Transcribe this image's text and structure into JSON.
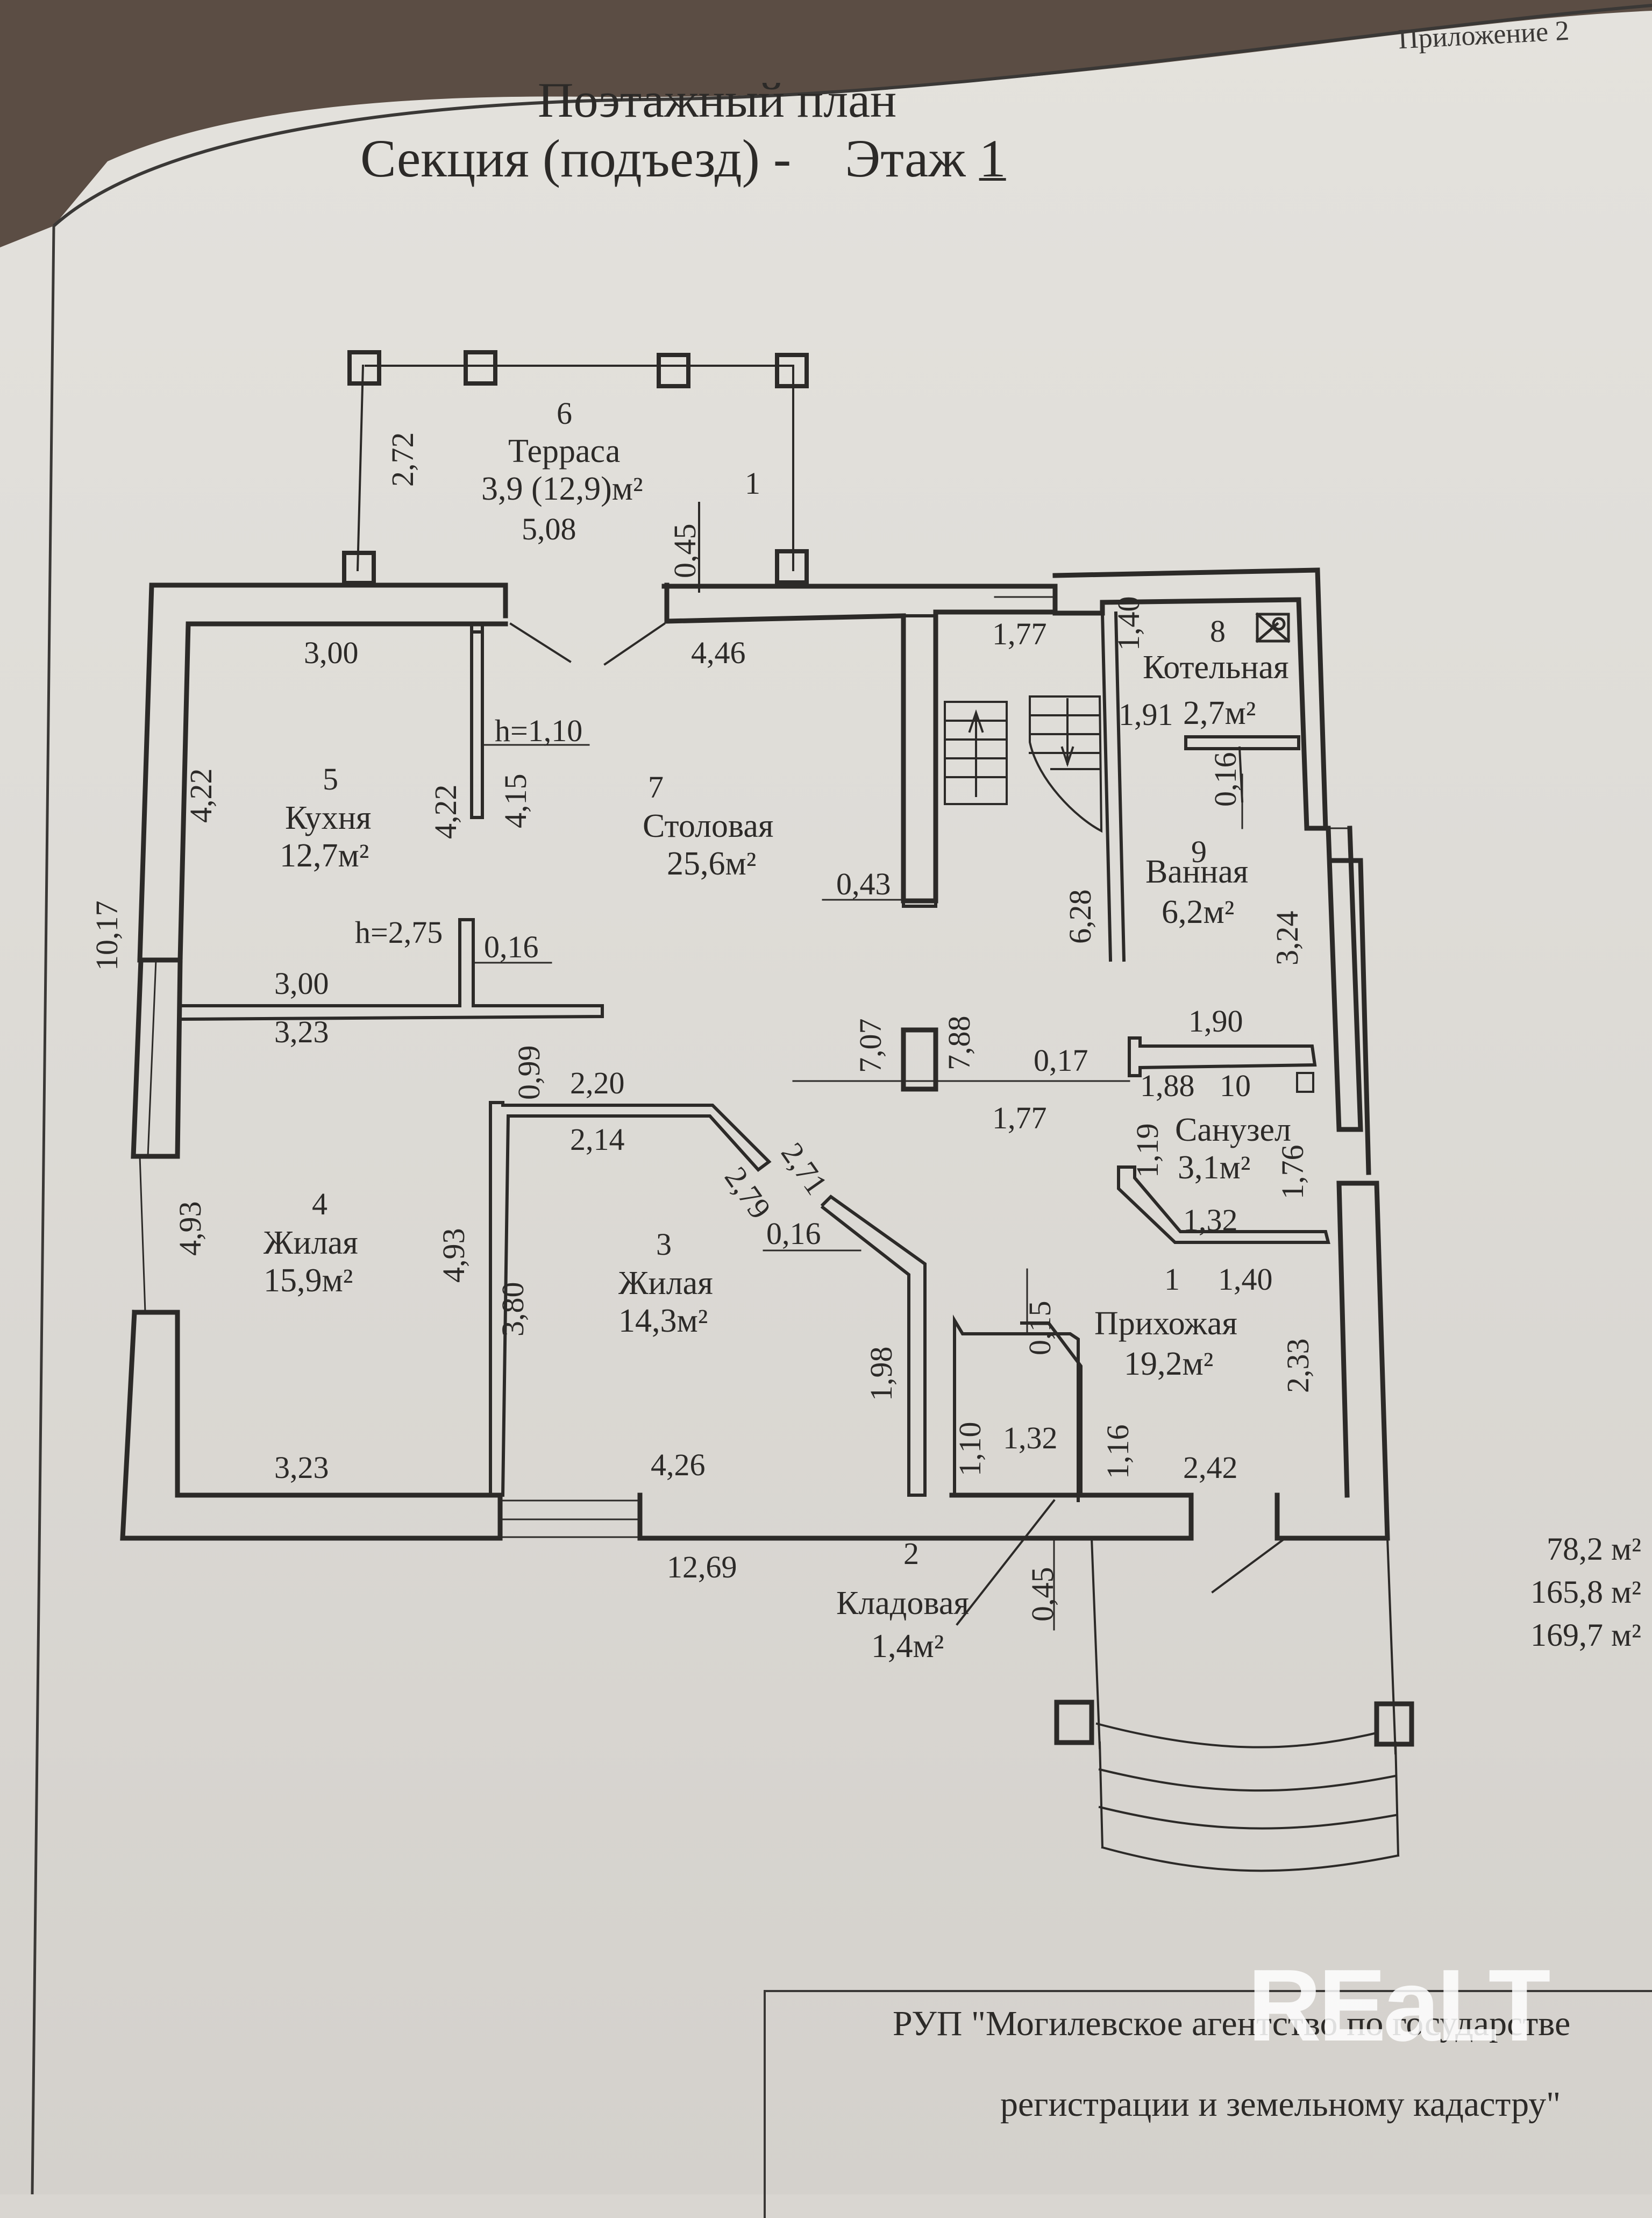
{
  "document": {
    "appendix": "Приложение 2",
    "title_line1": "Поэтажный план",
    "title_line2_prefix": "Секция (подъезд) -",
    "title_line2_floor_label": "Этаж",
    "floor_number": "1",
    "footer_line1": "РУП \"Могилевское агентство по государстве",
    "footer_line2": "регистрации и земельному кадастру\"",
    "watermark": "REaLT"
  },
  "rooms": [
    {
      "number": "1",
      "name": "Прихожая",
      "area": "19,2м²"
    },
    {
      "number": "2",
      "name": "Кладовая",
      "area": "1,4м²"
    },
    {
      "number": "3",
      "name": "Жилая",
      "area": "14,3м²"
    },
    {
      "number": "4",
      "name": "Жилая",
      "area": "15,9м²"
    },
    {
      "number": "5",
      "name": "Кухня",
      "area": "12,7м²"
    },
    {
      "number": "6",
      "name": "Терраса",
      "area": "3,9 (12,9)м²"
    },
    {
      "number": "7",
      "name": "Столовая",
      "area": "25,6м²"
    },
    {
      "number": "8",
      "name": "Котельная",
      "area": "2,7м²"
    },
    {
      "number": "9",
      "name": "Ванная",
      "area": "6,2м²"
    },
    {
      "number": "10",
      "name": "Санузел",
      "area": "3,1м²"
    }
  ],
  "terrace_extra_label": "1",
  "dimensions": {
    "terrace_height": "2,72",
    "terrace_width": "5,08",
    "terrace_step": "0,45",
    "kitchen_top": "3,00",
    "kitchen_left": "4,22",
    "kitchen_right": "4,22",
    "kitchen_partition": "4,15",
    "partition_height_1": "h=1,10",
    "partition_height_2": "h=2,75",
    "wall_016_a": "0,16",
    "kitchen_bottom": "3,00",
    "dining_top": "4,46",
    "dining_wall": "0,43",
    "stair_top": "1,77",
    "boiler_side": "1,40",
    "boiler_bottom": "1,91",
    "bath_wall": "0,16",
    "stair_length": "6,28",
    "bath_right": "3,24",
    "overall_height": "10,17",
    "room4_top": "3,23",
    "room4_left": "4,93",
    "room4_right": "4,93",
    "room4_bottom": "3,23",
    "room3_small": "0,99",
    "room3_top_outer": "2,20",
    "room3_top_inner": "2,14",
    "room3_diag_outer": "2,71",
    "room3_diag_inner": "2,79",
    "room3_wall": "0,16",
    "room3_left": "3,80",
    "room3_right": "1,98",
    "room3_bottom": "4,26",
    "pillar_left": "7,07",
    "pillar_right": "7,88",
    "hall_mid": "1,77",
    "wc_wall": "0,17",
    "wc_top": "1,90",
    "wc_inner": "1,88",
    "wc_left": "1,19",
    "wc_bottom": "1,32",
    "wc_right": "1,76",
    "hall_140": "1,40",
    "hall_right": "2,33",
    "storage_015": "0,15",
    "storage_left": "1,10",
    "storage_width": "1,32",
    "storage_right": "1,16",
    "hall_bottom": "2,42",
    "overall_width": "12,69",
    "porch_045": "0,45"
  },
  "totals": [
    "78,2 м²",
    "165,8 м²",
    "169,7 м²"
  ]
}
